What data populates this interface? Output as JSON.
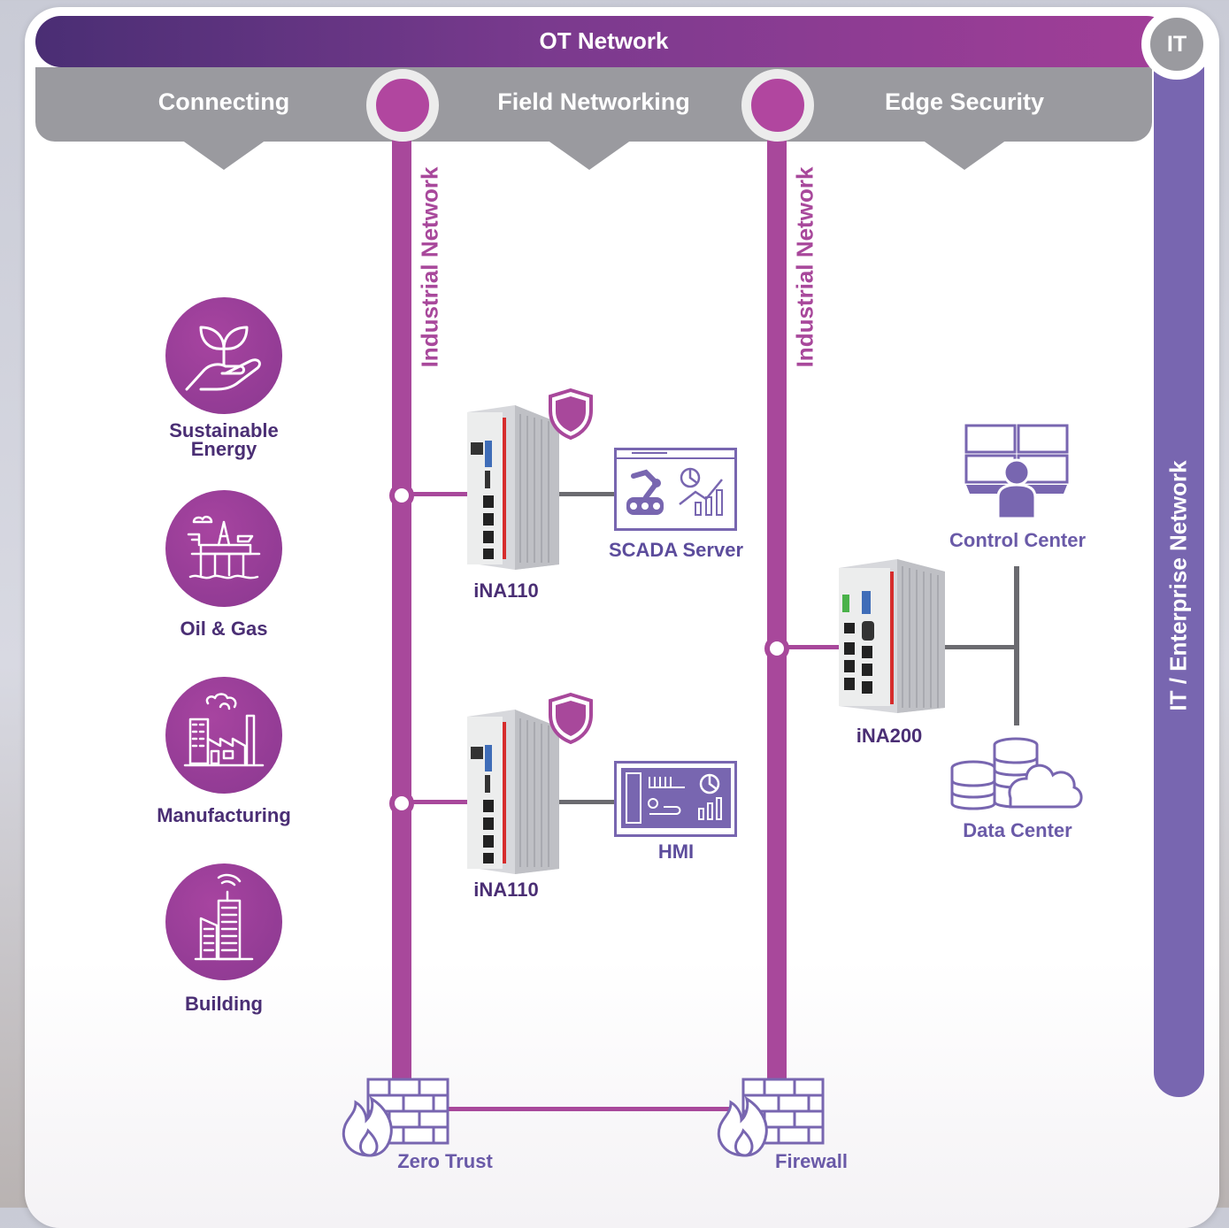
{
  "header": {
    "ot_title": "OT Network",
    "it_badge": "IT",
    "segments": [
      "Connecting",
      "Field Networking",
      "Edge Security"
    ]
  },
  "it_network_label": "IT / Enterprise Network",
  "lines": {
    "left_label": "Industrial Network",
    "right_label": "Industrial Network"
  },
  "categories": [
    {
      "line1": "Sustainable",
      "line2": "Energy",
      "icon": "plant-hand-icon"
    },
    {
      "line1": "Oil & Gas",
      "line2": "",
      "icon": "oil-rig-icon"
    },
    {
      "line1": "Manufacturing",
      "line2": "",
      "icon": "factory-icon"
    },
    {
      "line1": "Building",
      "line2": "",
      "icon": "building-icon"
    }
  ],
  "devices": {
    "top_left": {
      "name": "iNA110",
      "icon": "shield-icon"
    },
    "bottom_left": {
      "name": "iNA110",
      "icon": "shield-icon"
    },
    "right": {
      "name": "iNA200"
    }
  },
  "endpoints": {
    "scada": "SCADA Server",
    "hmi": "HMI",
    "control_center": "Control Center",
    "data_center": "Data Center"
  },
  "security": {
    "left": "Zero Trust",
    "right": "Firewall"
  },
  "colors": {
    "purple": "#a8489b",
    "it_purple": "#7866b0",
    "gray": "#9a9a9f",
    "dark_text": "#4a2e74"
  }
}
